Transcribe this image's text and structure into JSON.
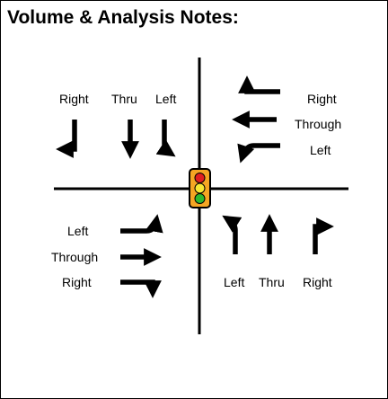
{
  "title": "Volume & Analysis Notes:",
  "southbound": {
    "right": "Right",
    "thru": "Thru",
    "left": "Left"
  },
  "westbound": {
    "right": "Right",
    "through": "Through",
    "left": "Left"
  },
  "eastbound": {
    "left": "Left",
    "through": "Through",
    "right": "Right"
  },
  "northbound": {
    "left": "Left",
    "thru": "Thru",
    "right": "Right"
  },
  "colors": {
    "road_line": "#000000",
    "arrow": "#000000",
    "signal_housing": "#f5a623",
    "signal_red": "#e02020",
    "signal_yellow": "#f7e733",
    "signal_green": "#2eb82e"
  }
}
